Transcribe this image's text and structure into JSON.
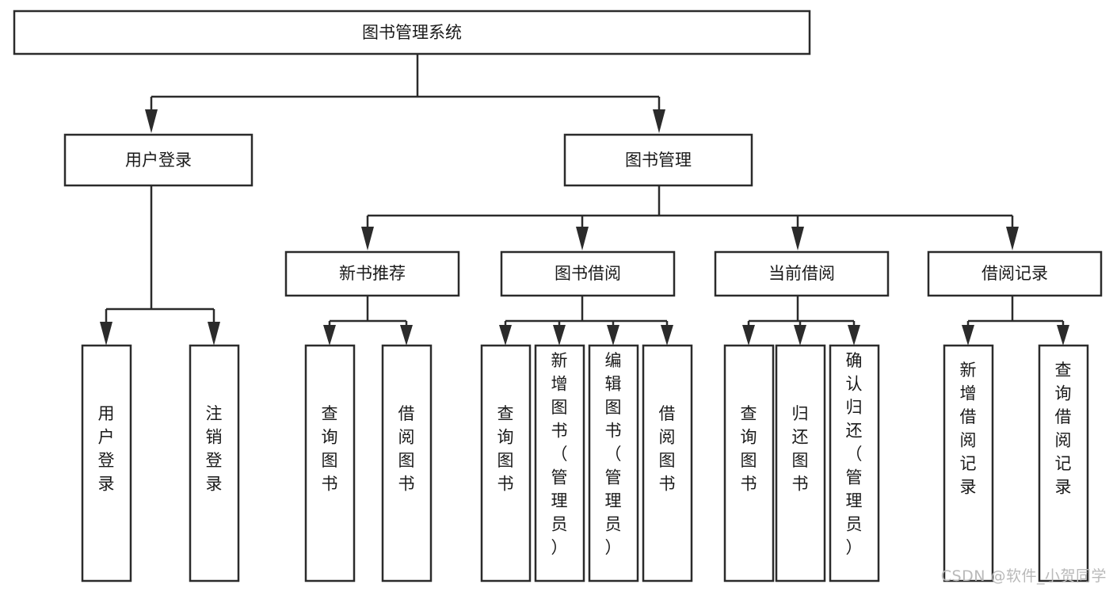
{
  "diagram": {
    "title": "图书管理系统",
    "type": "tree-hierarchy",
    "watermark": "CSDN @软件_小贺同学",
    "colors": {
      "stroke": "#2b2b2b",
      "fill": "#ffffff",
      "text": "#1a1a1a",
      "watermark": "#b9b9b9"
    },
    "nodes": {
      "root": {
        "label": "图书管理系统",
        "orientation": "horizontal"
      },
      "level1": [
        {
          "id": "user-login",
          "label": "用户登录",
          "orientation": "horizontal"
        },
        {
          "id": "book-manage",
          "label": "图书管理",
          "orientation": "horizontal"
        }
      ],
      "level2": [
        {
          "id": "new-book-recommend",
          "label": "新书推荐",
          "orientation": "horizontal",
          "parent": "book-manage"
        },
        {
          "id": "book-borrow",
          "label": "图书借阅",
          "orientation": "horizontal",
          "parent": "book-manage"
        },
        {
          "id": "current-borrow",
          "label": "当前借阅",
          "orientation": "horizontal",
          "parent": "book-manage"
        },
        {
          "id": "borrow-record",
          "label": "借阅记录",
          "orientation": "horizontal",
          "parent": "book-manage"
        }
      ],
      "leaves": [
        {
          "id": "leaf-user-login",
          "label": "用户登录",
          "orientation": "vertical",
          "parent": "user-login",
          "align": "middle"
        },
        {
          "id": "leaf-logout",
          "label": "注销登录",
          "orientation": "vertical",
          "parent": "user-login",
          "align": "middle"
        },
        {
          "id": "leaf-query-book-1",
          "label": "查询图书",
          "orientation": "vertical",
          "parent": "new-book-recommend",
          "align": "middle"
        },
        {
          "id": "leaf-borrow-book-1",
          "label": "借阅图书",
          "orientation": "vertical",
          "parent": "new-book-recommend",
          "align": "middle"
        },
        {
          "id": "leaf-query-book-2",
          "label": "查询图书",
          "orientation": "vertical",
          "parent": "book-borrow",
          "align": "middle"
        },
        {
          "id": "leaf-add-book",
          "label": "新增图书（管理员）",
          "orientation": "vertical",
          "parent": "book-borrow",
          "align": "top"
        },
        {
          "id": "leaf-edit-book",
          "label": "编辑图书（管理员）",
          "orientation": "vertical",
          "parent": "book-borrow",
          "align": "top"
        },
        {
          "id": "leaf-borrow-book-2",
          "label": "借阅图书",
          "orientation": "vertical",
          "parent": "book-borrow",
          "align": "middle"
        },
        {
          "id": "leaf-query-book-3",
          "label": "查询图书",
          "orientation": "vertical",
          "parent": "current-borrow",
          "align": "middle"
        },
        {
          "id": "leaf-return-book",
          "label": "归还图书",
          "orientation": "vertical",
          "parent": "current-borrow",
          "align": "middle"
        },
        {
          "id": "leaf-confirm-return",
          "label": "确认归还（管理员）",
          "orientation": "vertical",
          "parent": "current-borrow",
          "align": "top"
        },
        {
          "id": "leaf-add-record",
          "label": "新增借阅记录",
          "orientation": "vertical",
          "parent": "borrow-record",
          "align": "middle"
        },
        {
          "id": "leaf-query-record",
          "label": "查询借阅记录",
          "orientation": "vertical",
          "parent": "borrow-record",
          "align": "middle"
        }
      ]
    }
  }
}
